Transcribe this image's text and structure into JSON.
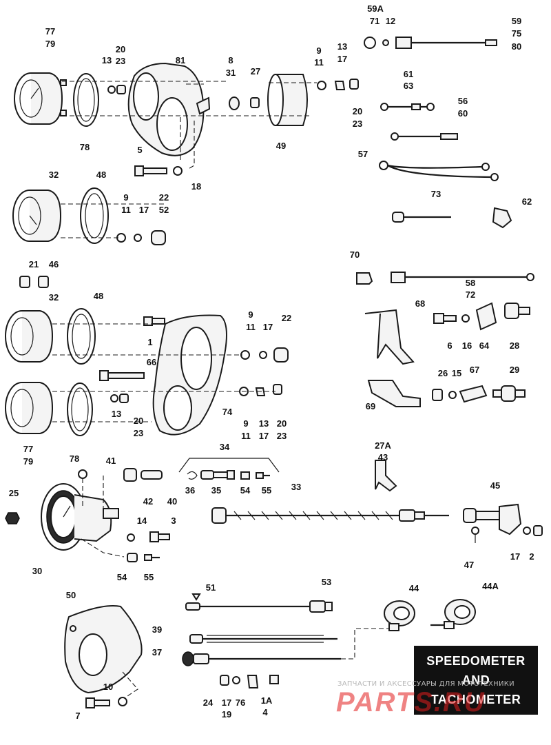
{
  "title": {
    "line1": "SPEEDOMETER",
    "line2": "AND",
    "line3": "TACHOMETER"
  },
  "watermark": {
    "text": "ЗАПЧАСТИ И АКСЕССУАРЫ ДЛЯ МОТОТЕХНИКИ",
    "logo": "PARTS.RU"
  },
  "callouts": [
    "59A",
    "71",
    "12",
    "59",
    "75",
    "80",
    "77",
    "79",
    "13",
    "20",
    "23",
    "81",
    "8",
    "31",
    "27",
    "9",
    "11",
    "13",
    "17",
    "20",
    "23",
    "61",
    "63",
    "56",
    "60",
    "57",
    "78",
    "49",
    "5",
    "18",
    "32",
    "48",
    "9",
    "11",
    "17",
    "22",
    "52",
    "73",
    "62",
    "21",
    "46",
    "70",
    "58",
    "72",
    "32",
    "48",
    "9",
    "11",
    "17",
    "22",
    "1",
    "68",
    "6",
    "16",
    "64",
    "28",
    "66",
    "26",
    "15",
    "67",
    "29",
    "69",
    "13",
    "20",
    "23",
    "74",
    "9",
    "11",
    "13",
    "17",
    "20",
    "23",
    "77",
    "79",
    "78",
    "34",
    "27A",
    "43",
    "41",
    "36",
    "35",
    "54",
    "55",
    "42",
    "40",
    "33",
    "45",
    "25",
    "14",
    "3",
    "30",
    "54",
    "55",
    "47",
    "17",
    "2",
    "51",
    "53",
    "44",
    "44A",
    "50",
    "39",
    "37",
    "10",
    "7",
    "24",
    "17",
    "19",
    "76",
    "1A",
    "4"
  ]
}
